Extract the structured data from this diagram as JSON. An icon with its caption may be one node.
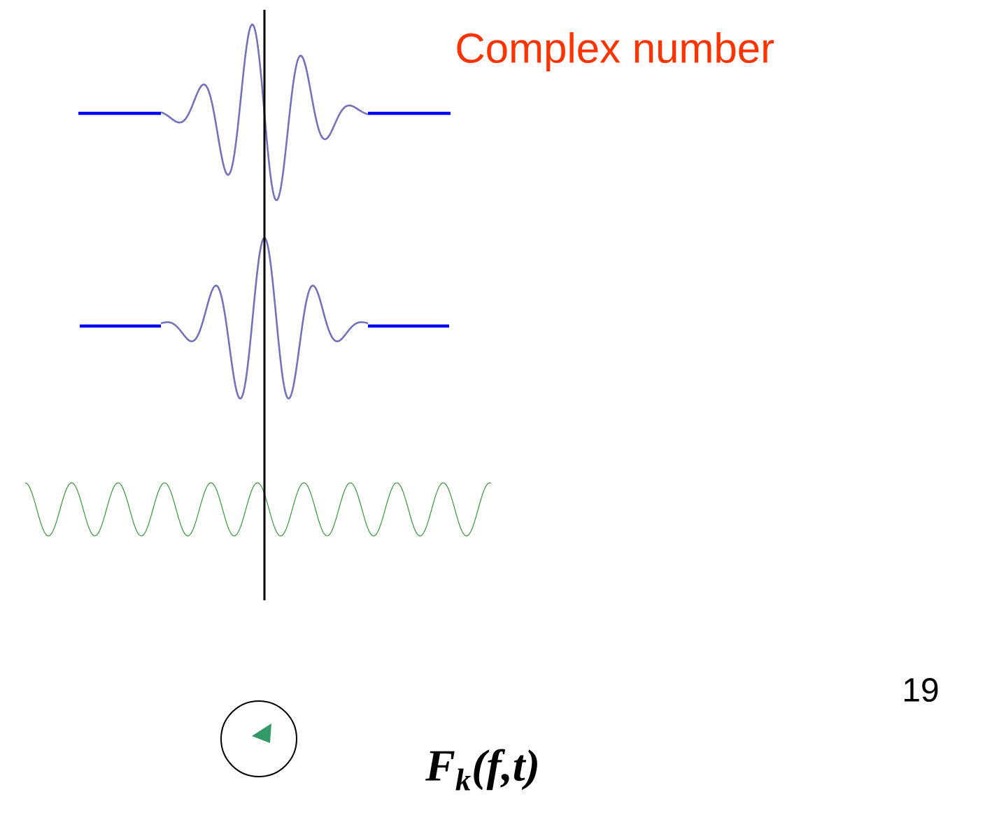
{
  "diagram": {
    "labels": [
      "Complex number",
      "19",
      "F$_{k}$(f,t)"
    ]
  }
}
